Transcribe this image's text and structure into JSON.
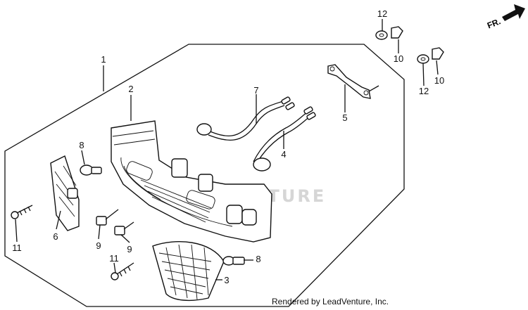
{
  "watermark": "ADVENTURE",
  "direction_indicator": "FR.",
  "credit": "Rendered by LeadVenture, Inc.",
  "callouts": {
    "c1": "1",
    "c2": "2",
    "c3": "3",
    "c4": "4",
    "c5": "5",
    "c6": "6",
    "c7": "7",
    "c8a": "8",
    "c8b": "8",
    "c9a": "9",
    "c9b": "9",
    "c10a": "10",
    "c10b": "10",
    "c11a": "11",
    "c11b": "11",
    "c12a": "12",
    "c12b": "12"
  }
}
